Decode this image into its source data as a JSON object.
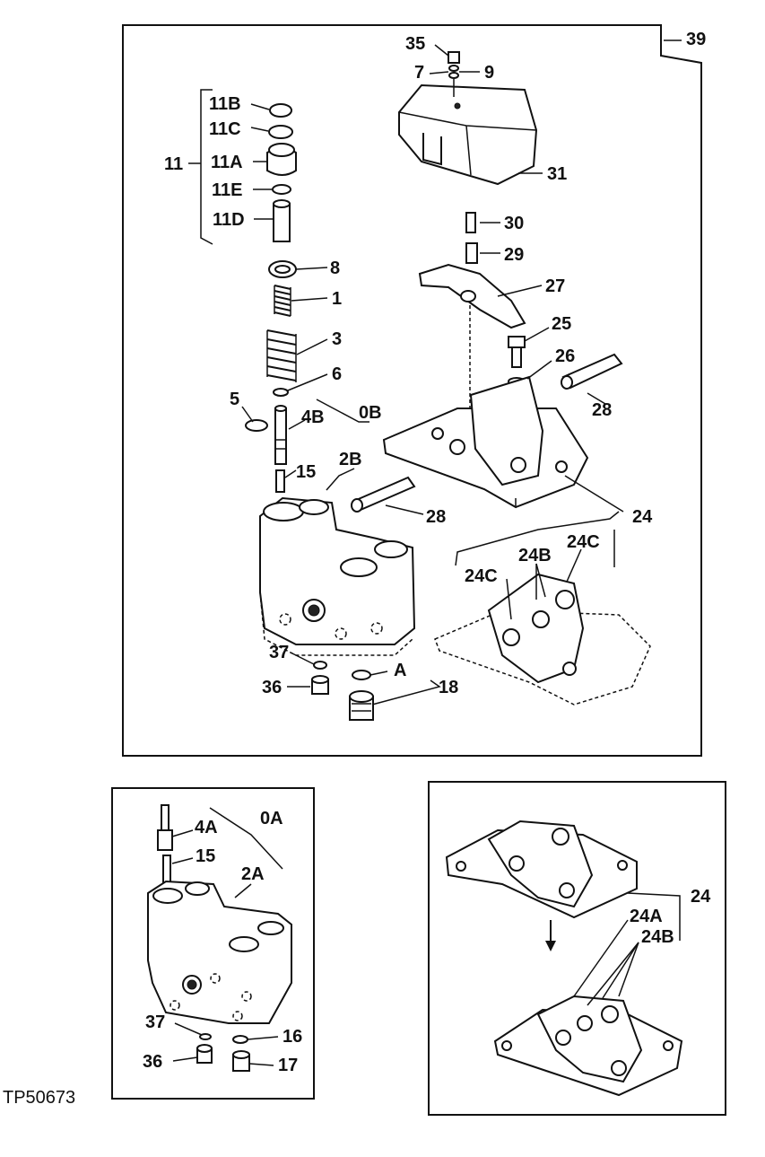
{
  "figure_id": "TP50673",
  "labels": {
    "p39": "39",
    "p35": "35",
    "p7": "7",
    "p9": "9",
    "p31": "31",
    "p11B": "11B",
    "p11C": "11C",
    "p11": "11",
    "p11A": "11A",
    "p11E": "11E",
    "p11D": "11D",
    "p30": "30",
    "p29": "29",
    "p27": "27",
    "p8": "8",
    "p1": "1",
    "p3": "3",
    "p25": "25",
    "p26": "26",
    "p6": "6",
    "p28a": "28",
    "p5": "5",
    "p4B": "4B",
    "p0B": "0B",
    "p2B": "2B",
    "p15a": "15",
    "p28b": "28",
    "p24a": "24",
    "p24B": "24B",
    "p24Ca": "24C",
    "p24Cb": "24C",
    "p37a": "37",
    "pA": "A",
    "p36a": "36",
    "p18": "18",
    "p4A": "4A",
    "p0A": "0A",
    "p15b": "15",
    "p2A": "2A",
    "p37b": "37",
    "p16": "16",
    "p36b": "36",
    "p17": "17",
    "p24b": "24",
    "p24A": "24A",
    "p24B2": "24B"
  }
}
